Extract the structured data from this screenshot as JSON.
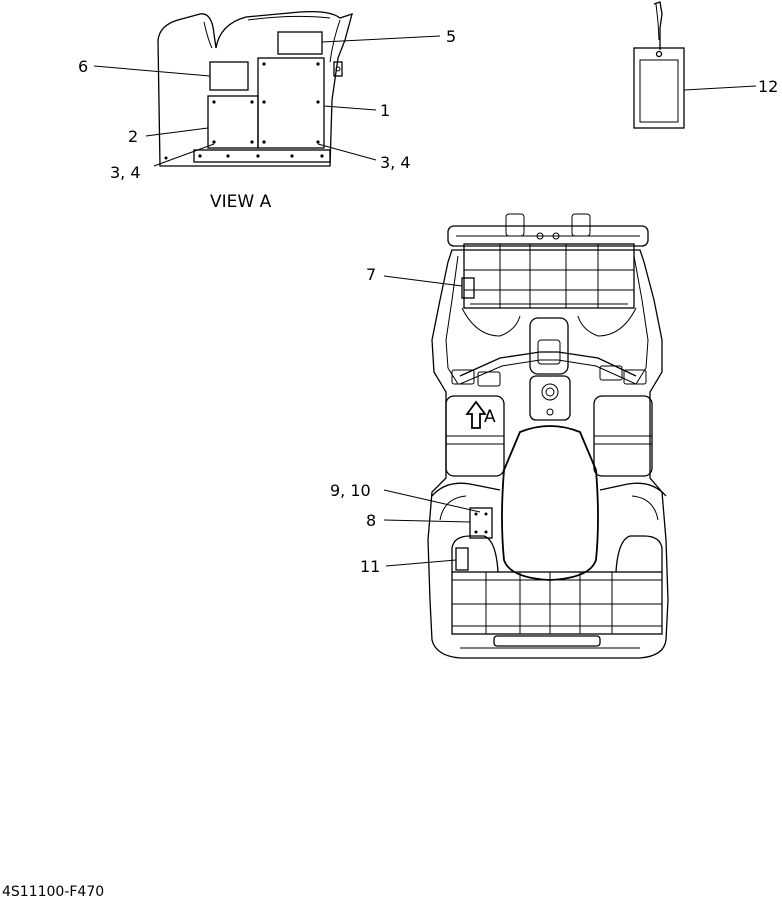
{
  "view_title": "VIEW A",
  "arrow_letter": "A",
  "part_code": "4S11100-F470",
  "callouts": {
    "c1": "1",
    "c2": "2",
    "c34_left": "3, 4",
    "c34_right": "3, 4",
    "c5": "5",
    "c6": "6",
    "c7": "7",
    "c8": "8",
    "c910": "9, 10",
    "c11": "11",
    "c12": "12"
  }
}
